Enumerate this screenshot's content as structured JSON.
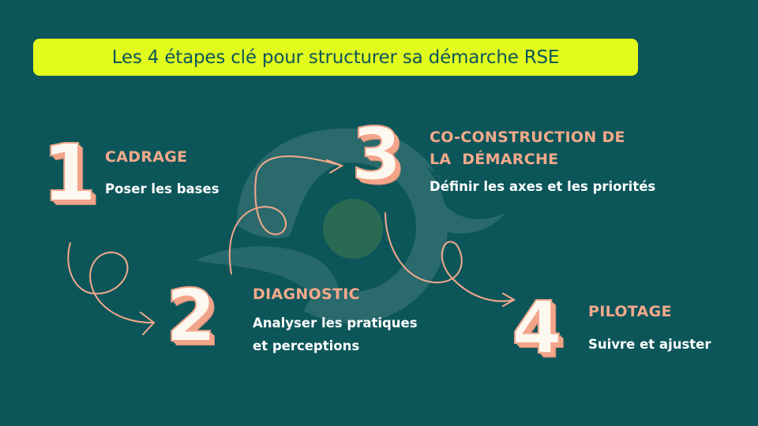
{
  "title": "Les 4 étapes clé pour structurer sa démarche RSE",
  "colors": {
    "background": "#0c565a",
    "title_bg": "#e2fb1d",
    "accent": "#f5a98b",
    "number_fill": "#fdf8ef",
    "logo_shape": "#2a6a6d",
    "logo_dot": "#2a6a53"
  },
  "steps": [
    {
      "number": "1",
      "title": "CADRAGE",
      "description": [
        "Poser les bases"
      ]
    },
    {
      "number": "2",
      "title": "DIAGNOSTIC",
      "description": [
        "Analyser les pratiques",
        "et perceptions"
      ]
    },
    {
      "number": "3",
      "title": [
        "CO-CONSTRUCTION DE",
        "LA  DÉMARCHE"
      ],
      "description": [
        "Définir les axes et les priorités"
      ]
    },
    {
      "number": "4",
      "title": "PILOTAGE",
      "description": [
        "Suivre et ajuster"
      ]
    }
  ],
  "icons": {
    "arrows": [
      "arrow-1-to-2",
      "arrow-2-to-3",
      "arrow-3-to-4"
    ],
    "background_logo": "swirl-logo-icon"
  }
}
